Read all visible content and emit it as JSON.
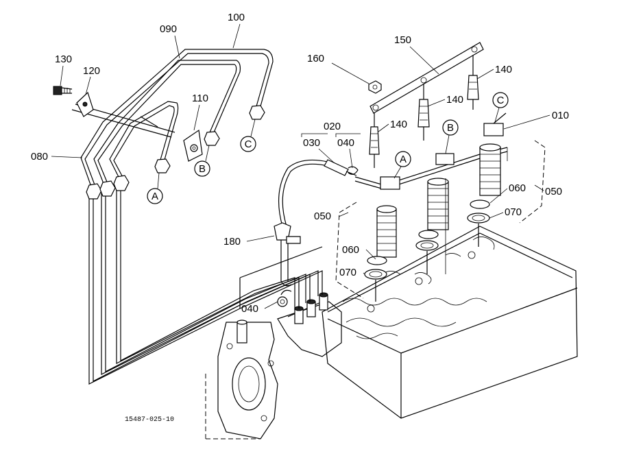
{
  "diagram": {
    "drawing_code": "15487-025-10",
    "labels": [
      {
        "id": "100",
        "text": "100"
      },
      {
        "id": "090",
        "text": "090"
      },
      {
        "id": "130",
        "text": "130"
      },
      {
        "id": "120",
        "text": "120"
      },
      {
        "id": "110",
        "text": "110"
      },
      {
        "id": "080",
        "text": "080"
      },
      {
        "id": "160",
        "text": "160"
      },
      {
        "id": "150",
        "text": "150"
      },
      {
        "id": "140a",
        "text": "140"
      },
      {
        "id": "140b",
        "text": "140"
      },
      {
        "id": "140c",
        "text": "140"
      },
      {
        "id": "010",
        "text": "010"
      },
      {
        "id": "020",
        "text": "020"
      },
      {
        "id": "030",
        "text": "030"
      },
      {
        "id": "040a",
        "text": "040"
      },
      {
        "id": "040b",
        "text": "040"
      },
      {
        "id": "050a",
        "text": "050"
      },
      {
        "id": "050b",
        "text": "050"
      },
      {
        "id": "060a",
        "text": "060"
      },
      {
        "id": "060b",
        "text": "060"
      },
      {
        "id": "070a",
        "text": "070"
      },
      {
        "id": "070b",
        "text": "070"
      },
      {
        "id": "180",
        "text": "180"
      }
    ],
    "connectors": [
      "A",
      "B",
      "C",
      "A",
      "B",
      "C"
    ]
  }
}
